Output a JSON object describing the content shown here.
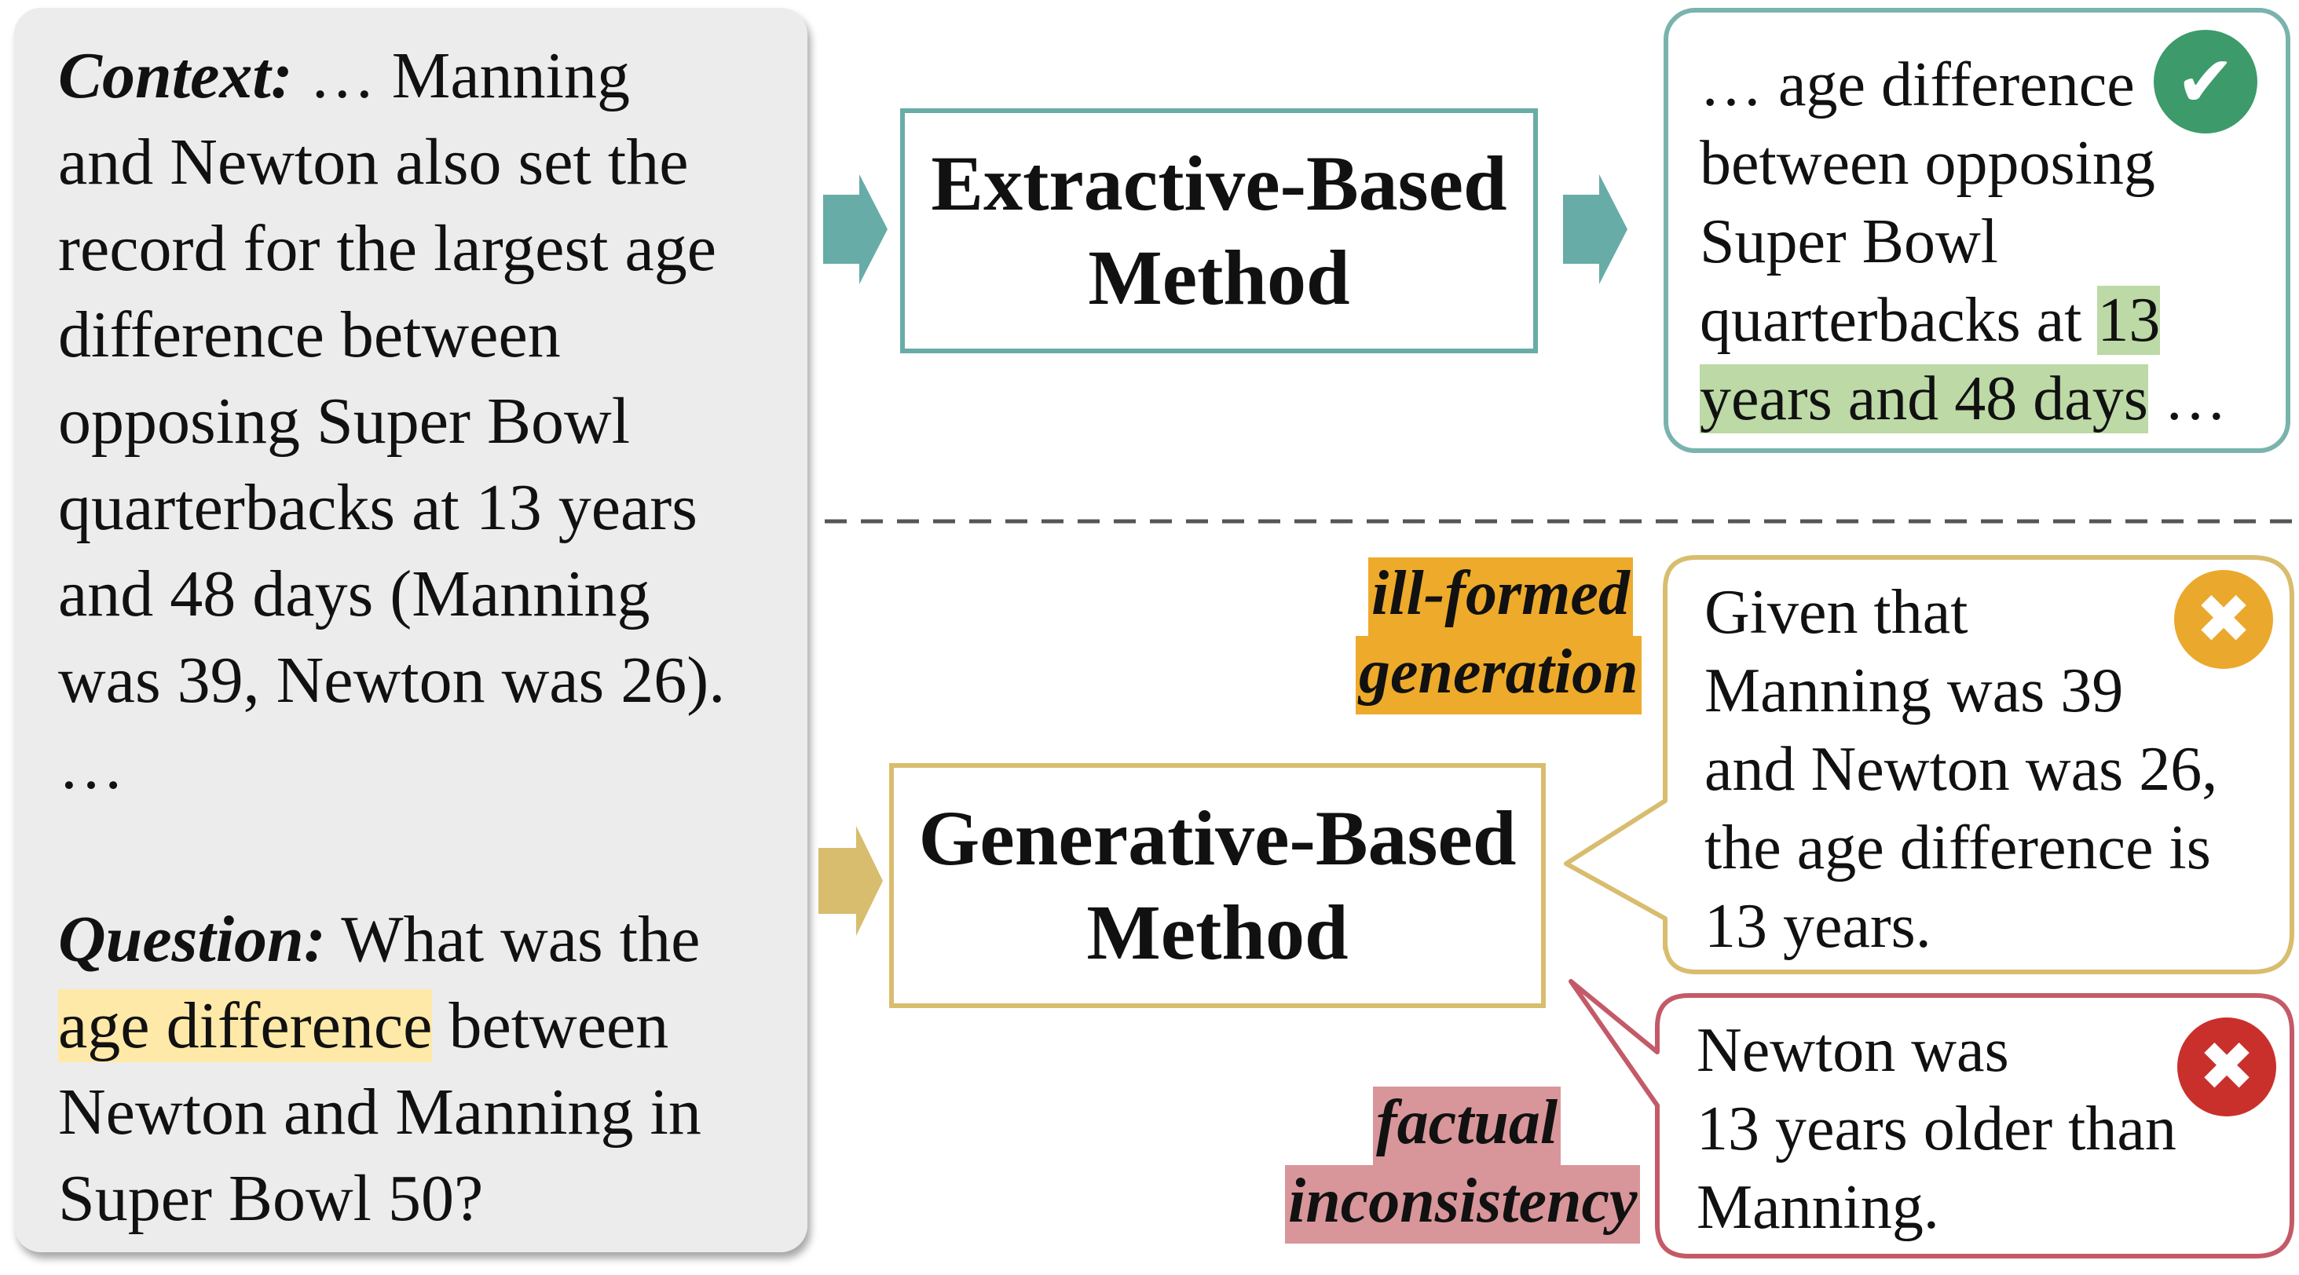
{
  "context_panel": {
    "context_label": "Context:",
    "context_lines": [
      " … Manning",
      "and Newton also set the",
      "record for the largest age",
      "difference between",
      "opposing Super Bowl",
      "quarterbacks at 13 years",
      "and 48 days (Manning",
      "was 39, Newton was 26).",
      "…"
    ],
    "question_label": "Question:",
    "question_line1_rest": " What was the",
    "question_highlight": "age difference",
    "question_line2_rest": " between",
    "question_line3": "Newton and Manning in",
    "question_line4": "Super Bowl 50?"
  },
  "extractive": {
    "title_line1": "Extractive-Based",
    "title_line2": "Method",
    "result": {
      "line1": "… age difference",
      "line2": "between opposing",
      "line3": "Super Bowl",
      "line4_plain": "quarterbacks at ",
      "line4_highlight": "13",
      "line5_highlight": "years and 48 days",
      "line5_rest": " …",
      "status_icon": "check-icon"
    }
  },
  "generative": {
    "title_line1": "Generative-Based",
    "title_line2": "Method",
    "ill_formed": {
      "tag_line1": "ill-formed",
      "tag_line2": "generation",
      "lines": [
        "Given that",
        "Manning was 39",
        "and Newton was 26,",
        "the age difference is",
        "13 years."
      ],
      "status_icon": "cross-icon"
    },
    "factual": {
      "tag_line1": "factual",
      "tag_line2": "inconsistency",
      "lines": [
        "Newton was",
        "13 years older than",
        "Manning."
      ],
      "status_icon": "cross-icon"
    }
  },
  "colors": {
    "teal": "#67aca7",
    "gold": "#d8bd6e",
    "orange_tag": "#eeaa2b",
    "red_tag": "#d8969a",
    "check_green": "#3d9a6b",
    "cross_orange": "#eaa92c",
    "cross_red": "#c9302c",
    "bubble_red": "#c45a67"
  }
}
